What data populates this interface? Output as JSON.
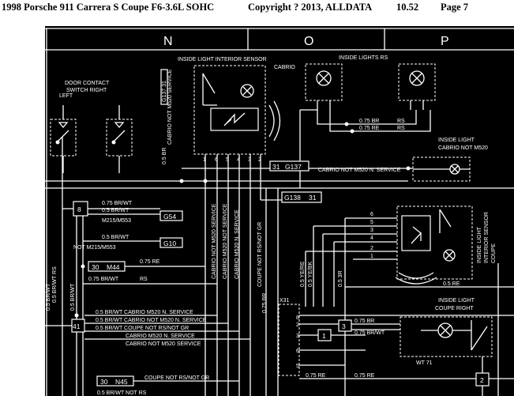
{
  "header": {
    "vehicle": "1998 Porsche 911 Carrera S Coupe F6-3.6L SOHC",
    "copyright": "Copyright ? 2013, ALLDATA",
    "version": "10.52",
    "page": "Page 7"
  },
  "grid_columns": [
    "N",
    "O",
    "P"
  ],
  "components": {
    "inside_light_interior_sensor": [
      "INSIDE LIGHT INTERIOR SENSOR",
      "CABRIO"
    ],
    "inside_lights_rs": "INSIDE LIGHTS RS",
    "door_contact": [
      "DOOR CONTACT",
      "SWITCH RIGHT",
      "LEFT"
    ],
    "inside_light_cabrio": [
      "INSIDE LIGHT",
      "CABRIO NOT M520"
    ],
    "inside_light_sensor_right": [
      "INSIDE LIGHT",
      "INTERIOR SENSOR",
      "COUPE"
    ],
    "inside_light_coupe": [
      "INSIDE LIGHT",
      "COUPE RIGHT"
    ],
    "x31": "X31"
  },
  "connectors": {
    "c8": "8",
    "c41": "41",
    "c3": "3",
    "c1": "1",
    "c2": "2",
    "g137_v": "G137 31",
    "g137": [
      "31",
      "G137"
    ],
    "g138": [
      "G138",
      "31"
    ],
    "g54": "G54",
    "g10": "G10",
    "m44": [
      "30",
      "M44"
    ],
    "n45": [
      "30",
      "N45"
    ]
  },
  "wire_labels": {
    "w1": "0.75 BR/WT",
    "w2": "0.5 BR/WT",
    "w3": "M215/M553",
    "w4": "0.5 BR/WT",
    "w5": "NOT M215/M553",
    "w6": "0.75 RE",
    "w7": "0.75 BR/WT",
    "w8": "RS",
    "w9": "0.5 BR/WT CABRIO M520 N. SERVICE",
    "w10": "0.5 BR/WT CABRIO NOT M520 N. SERVICE",
    "w11": "0.5 BR/WT COUPE NOT RS/NOT GR",
    "w12": "CABRIO M520 N. SERVICE",
    "w13": "CABRIO NOT M520 SERVICE",
    "w14": "CABRIO NOT M520 N. SERVICE",
    "w15": "COUPE NOT RS/NOT GR",
    "w16": "0.5 BR/WT   NOT RS",
    "w17": "0.75 BR",
    "w18": "0.75 RE",
    "w19": "0.5 BR",
    "w20": "0.5 RE",
    "w21": "0.75 BR",
    "w22": "0.75 BR/WT",
    "w23": "0.75 RE",
    "w24": "0.75 RE",
    "w25": "WT 71",
    "w26": "0.75 BR/WT",
    "w27": "0.5 BR/WT",
    "w28": "0.75 BR",
    "w29": "0.75 BR",
    "w30": "0.5 YE/RE",
    "w31": "0.5 YE/BK",
    "w32": "0.5 3R",
    "w33": "0.5 RE",
    "w34": "0.75 RE",
    "v1": "CABRIO NOT M520 SERVICE",
    "v2": "CABRIO M520 NOT SERVICE",
    "v3": "CABRIO M520 N. SERVICE",
    "v4": "COUPE NOT RS/NOT GR",
    "v5": "0.5 BR",
    "v6": "CABRIO NOT M520 SERVICE",
    "v7": "0.5 BR/WT RS",
    "v8": "0.5 BR/WT",
    "v9": "0.5 BR/WT"
  },
  "pin_numbers": [
    "1",
    "2",
    "3",
    "4",
    "5",
    "6",
    "8"
  ]
}
